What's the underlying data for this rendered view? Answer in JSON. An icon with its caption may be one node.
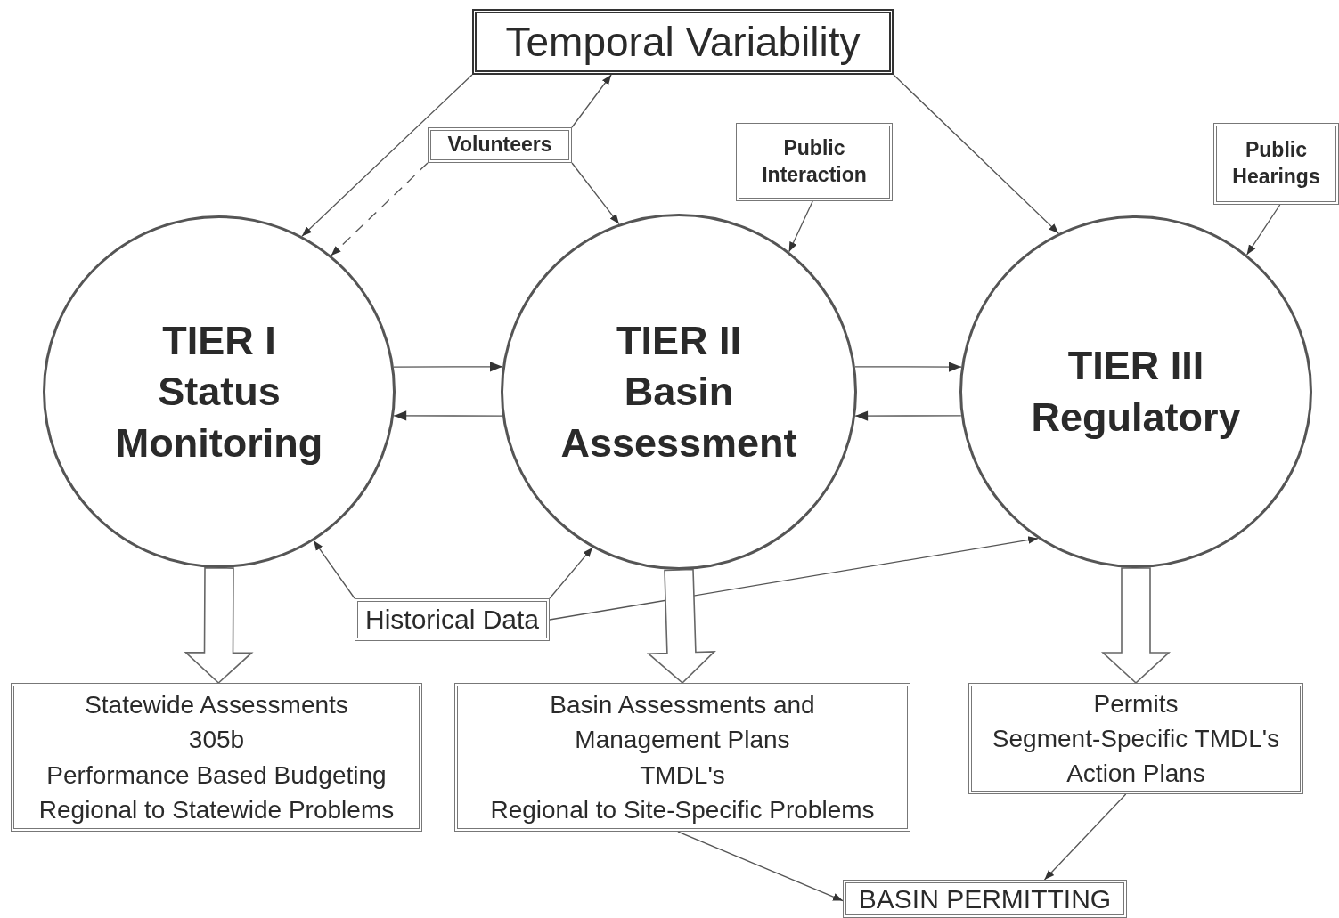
{
  "diagram": {
    "nodes": [
      {
        "text": [
          "Temporal Variability"
        ]
      },
      {
        "text": [
          "Volunteers"
        ]
      },
      {
        "text": [
          "Public Interaction"
        ]
      },
      {
        "text": [
          "Public Hearings"
        ]
      },
      {
        "text": [
          "TIER I",
          "Status Monitoring"
        ]
      },
      {
        "text": [
          "TIER II",
          "Basin Assessment"
        ]
      },
      {
        "text": [
          "TIER III",
          "Regulatory"
        ]
      },
      {
        "text": [
          "Historical Data"
        ]
      },
      {
        "text": [
          "Statewide Assessments",
          "305b",
          "Performance Based Budgeting",
          "Regional to Statewide Problems"
        ]
      },
      {
        "text": [
          "Basin Assessments and Management Plans",
          "TMDL's",
          "Regional to Site-Specific Problems"
        ]
      },
      {
        "text": [
          "Permits",
          "Segment-Specific TMDL's",
          "Action Plans"
        ]
      },
      {
        "text": [
          "BASIN PERMITTING"
        ]
      }
    ],
    "edges": [
      {
        "from": 0,
        "to": 4,
        "arrow": "to"
      },
      {
        "from": 1,
        "to": 0,
        "arrow": "to"
      },
      {
        "from": 1,
        "to": 4,
        "arrow": "to",
        "style": "dashed"
      },
      {
        "from": 1,
        "to": 5,
        "arrow": "to"
      },
      {
        "from": 2,
        "to": 5,
        "arrow": "to"
      },
      {
        "from": 0,
        "to": 6,
        "arrow": "to"
      },
      {
        "from": 3,
        "to": 6,
        "arrow": "to"
      },
      {
        "from": 4,
        "to": 5,
        "arrow": "to"
      },
      {
        "from": 5,
        "to": 4,
        "arrow": "to"
      },
      {
        "from": 5,
        "to": 6,
        "arrow": "to"
      },
      {
        "from": 6,
        "to": 5,
        "arrow": "to"
      },
      {
        "from": 7,
        "to": 4,
        "arrow": "to"
      },
      {
        "from": 7,
        "to": 5,
        "arrow": "to"
      },
      {
        "from": 7,
        "to": 6,
        "arrow": "to"
      },
      {
        "from": 4,
        "to": 8,
        "arrow": "to",
        "style": "thick"
      },
      {
        "from": 5,
        "to": 9,
        "arrow": "to",
        "style": "thick"
      },
      {
        "from": 6,
        "to": 10,
        "arrow": "to",
        "style": "thick"
      },
      {
        "from": 9,
        "to": 11,
        "arrow": "to"
      },
      {
        "from": 10,
        "to": 11,
        "arrow": "to"
      }
    ]
  }
}
